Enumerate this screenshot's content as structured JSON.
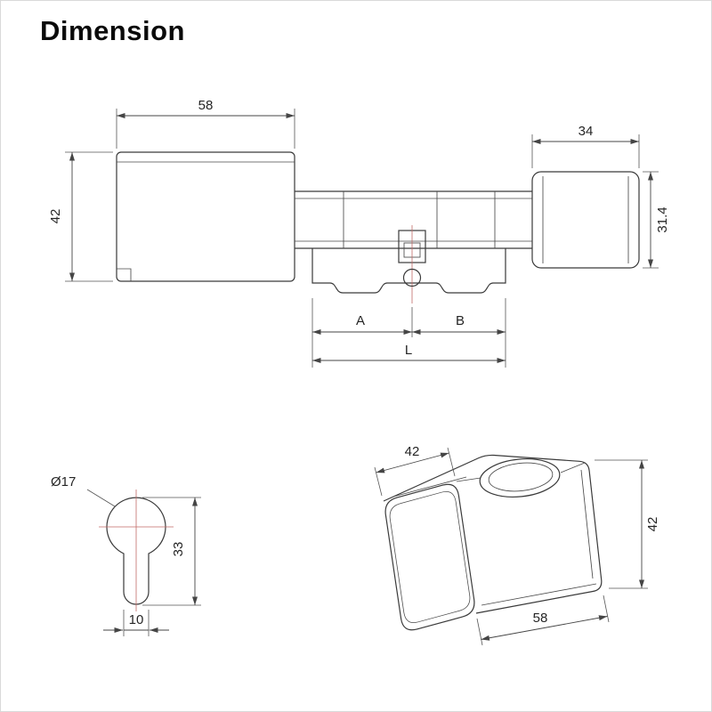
{
  "page": {
    "title": "Dimension"
  },
  "side_view": {
    "body_width": "58",
    "knob_width": "34",
    "body_height": "42",
    "knob_height": "31.4",
    "seg_a": "A",
    "seg_b": "B",
    "total_length": "L"
  },
  "keyhole_view": {
    "diameter": "Ø17",
    "height": "33",
    "stem_width": "10"
  },
  "iso_view": {
    "width": "42",
    "height": "42",
    "depth": "58"
  },
  "colors": {
    "object_line": "#3a3a3a",
    "dimension_line": "#454545",
    "centerline": "#c06a66",
    "background": "#ffffff"
  }
}
